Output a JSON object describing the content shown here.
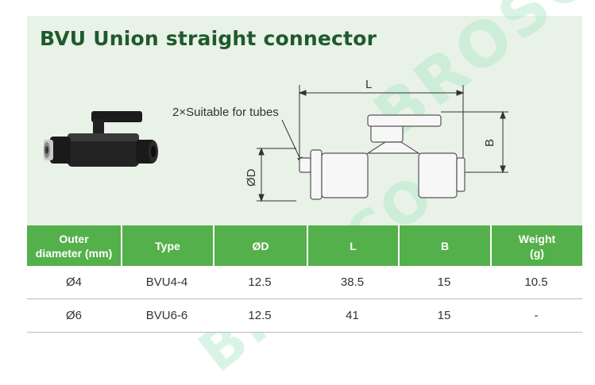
{
  "title": "BVU Union straight connector",
  "watermark": "BROSCO",
  "drawing": {
    "callout": "2×Suitable for tubes",
    "dim_l": "L",
    "dim_b": "B",
    "dim_d": "ØD"
  },
  "table": {
    "headers": [
      "Outer\ndiameter (mm)",
      "Type",
      "ØD",
      "L",
      "B",
      "Weight\n(g)"
    ],
    "rows": [
      [
        "Ø4",
        "BVU4-4",
        "12.5",
        "38.5",
        "15",
        "10.5"
      ],
      [
        "Ø6",
        "BVU6-6",
        "12.5",
        "41",
        "15",
        "-"
      ]
    ]
  },
  "colors": {
    "header_green": "#54b04a",
    "title_green": "#1f5a2c",
    "panel_bg": "#e8f2e6"
  }
}
